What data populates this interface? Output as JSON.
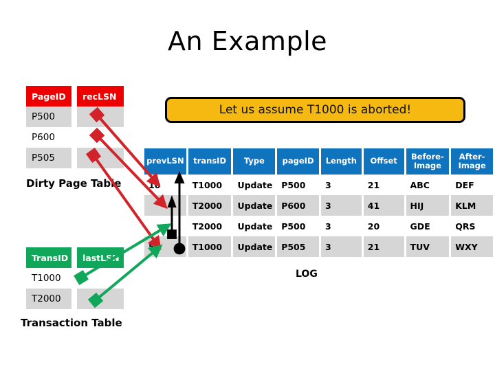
{
  "slide": {
    "title": "An Example"
  },
  "callout": {
    "text": "Let us assume T1000 is aborted!"
  },
  "dirty_page_table": {
    "caption": "Dirty Page Table",
    "headers": [
      "PageID",
      "recLSN"
    ],
    "rows": [
      {
        "page_id": "P500",
        "rec_lsn": ""
      },
      {
        "page_id": "P600",
        "rec_lsn": ""
      },
      {
        "page_id": "P505",
        "rec_lsn": ""
      }
    ],
    "header_color": "#ee0000"
  },
  "transaction_table": {
    "caption": "Transaction Table",
    "headers": [
      "TransID",
      "lastLSN"
    ],
    "rows": [
      {
        "trans_id": "T1000",
        "last_lsn": ""
      },
      {
        "trans_id": "T2000",
        "last_lsn": ""
      }
    ],
    "header_color": "#11a75a"
  },
  "log": {
    "label": "LOG",
    "headers": [
      "prevLSN",
      "transID",
      "Type",
      "pageID",
      "Length",
      "Offset",
      "Before-Image",
      "After-Image"
    ],
    "header_color": "#1073bd",
    "rows": [
      {
        "prevLSN": "10",
        "transID": "T1000",
        "Type": "Update",
        "pageID": "P500",
        "Length": "3",
        "Offset": "21",
        "before": "ABC",
        "after": "DEF"
      },
      {
        "prevLSN": "",
        "transID": "T2000",
        "Type": "Update",
        "pageID": "P600",
        "Length": "3",
        "Offset": "41",
        "before": "HIJ",
        "after": "KLM"
      },
      {
        "prevLSN": "",
        "transID": "T2000",
        "Type": "Update",
        "pageID": "P500",
        "Length": "3",
        "Offset": "20",
        "before": "GDE",
        "after": "QRS"
      },
      {
        "prevLSN": "50",
        "transID": "T1000",
        "Type": "Update",
        "pageID": "P505",
        "Length": "3",
        "Offset": "21",
        "before": "TUV",
        "after": "WXY"
      }
    ]
  },
  "arrows": {
    "red_color": "#d2232a",
    "green_color": "#11a75a",
    "black_color": "#000000",
    "red": [
      {
        "name": "recLSN-P500-to-log-row1"
      },
      {
        "name": "recLSN-P600-to-log-row2"
      },
      {
        "name": "recLSN-P505-to-log-row4"
      }
    ],
    "green": [
      {
        "name": "lastLSN-T1000-to-log-row4"
      },
      {
        "name": "lastLSN-T2000-to-log-row3"
      }
    ],
    "black": [
      {
        "name": "prevLSN-chain-row4-to-row1"
      },
      {
        "name": "prevLSN-chain-row3-to-row2"
      }
    ]
  }
}
